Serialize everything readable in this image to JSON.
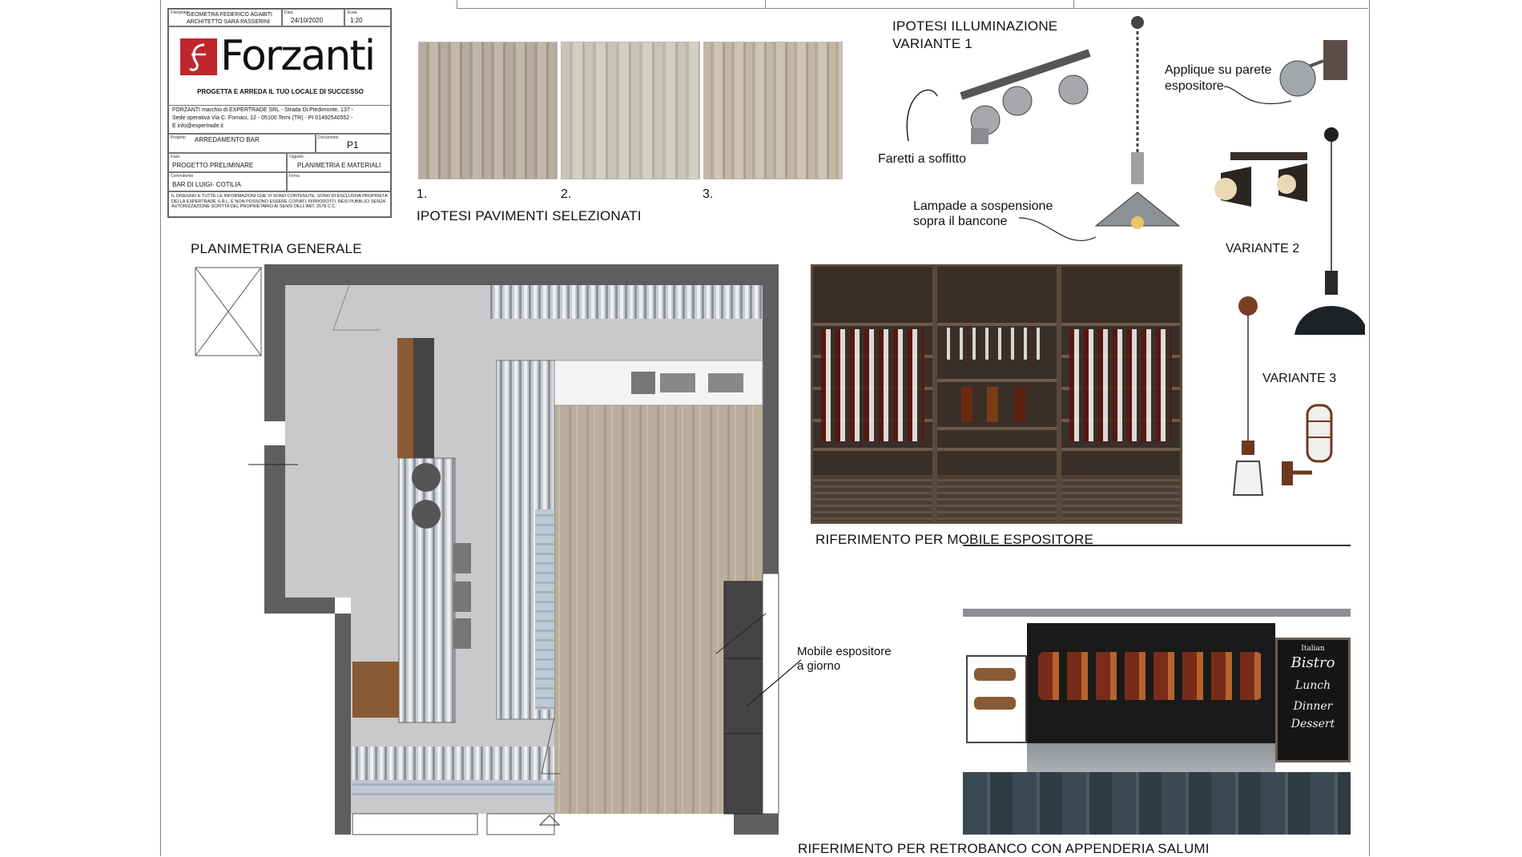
{
  "title_block": {
    "designer_label": "Disegnato",
    "designer_value": "GEOMETRA FEDERICO AGABITI",
    "architect_value": "ARCHITETTO SARA PASSERINI",
    "date_label": "Data",
    "date_value": "24/10/2020",
    "scale_label": "Scala",
    "scale_value": "1:20",
    "brand_name": "Forzanti",
    "brand_tagline": "PROGETTA E ARREDA IL TUO LOCALE DI SUCCESSO",
    "company_line1": "FORZANTI marchio di EXPERTRADE SRL -   Strada Di Piedimonte, 137 -",
    "company_line2": "Sede operativa Via C. Fornaci, 12 - 05100 Terni (TR) - PI 01492540552 -",
    "company_line3": "E info@expertrade.it",
    "project_label": "Progetto",
    "project_value": "ARREDAMENTO BAR",
    "document_label": "Documento",
    "document_value": "P1",
    "phase_label": "Fase",
    "phase_value": "PROGETTO PRELIMINARE",
    "object_label": "Oggetto",
    "object_value": "PLANIMETRIA E MATERIALI",
    "client_label": "Committente",
    "client_value": "BAR DI LUIGI- COTILIA",
    "signature_label": "Firma",
    "disclaimer": "IL DISEGNO E TUTTE LE INFORMAZIONI CHE VI SONO CONTENUTE, SONO DI ESCLUSIVA PROPRIETA' DELLA EXPERTRADE S.R.L. E NON POSSONO ESSERE COPIATI, RIPRODOTTI, RESI PUBBLICI SENZA AUTORIZZAZIONE SCRITTA DEL PROPRIETARIO AI SENSI DELL'ART. 2578 C.C."
  },
  "floors": {
    "items": [
      "1.",
      "2.",
      "3."
    ],
    "caption": "IPOTESI PAVIMENTI SELEZIONATI"
  },
  "plan": {
    "title": "PLANIMETRIA GENERALE",
    "display_label_line1": "Mobile espositore",
    "display_label_line2": "a giorno"
  },
  "lighting": {
    "title_line1": "IPOTESI ILLUMINAZIONE",
    "title_line2": "VARIANTE 1",
    "ceiling_spots": "Faretti a soffitto",
    "wall_applique_line1": "Applique su parete",
    "wall_applique_line2": "espositore",
    "pendant_line1": "Lampade a sospensione",
    "pendant_line2": "sopra il bancone",
    "variant2": "VARIANTE 2",
    "variant3": "VARIANTE 3"
  },
  "references": {
    "display_cabinet": "RIFERIMENTO  PER MOBILE ESPOSITORE",
    "back_counter": "RIFERIMENTO  PER RETROBANCO CON APPENDERIA SALUMI"
  },
  "chalkboard": {
    "line1": "Italian",
    "line2": "Bistro",
    "line3": "Lunch",
    "line4": "Dinner",
    "line5": "Dessert"
  },
  "colors": {
    "brand_red": "#c0272d",
    "wall_gray": "#5e5e60",
    "floor_gray": "#c9c9cb"
  }
}
